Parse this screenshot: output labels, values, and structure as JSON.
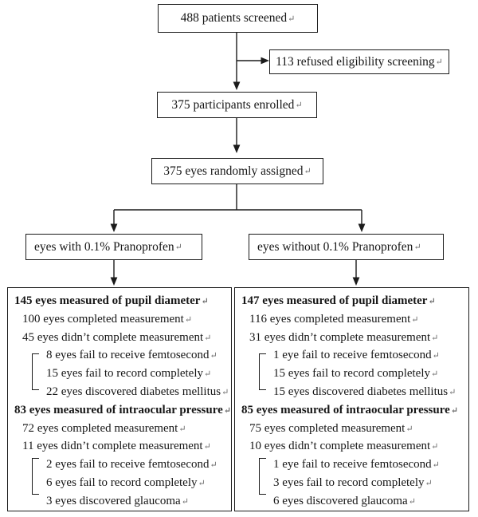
{
  "marks": {
    "return": "↵"
  },
  "flow": {
    "screened": "488 patients screened",
    "refused": "113 refused eligibility screening",
    "enrolled": "375 participants enrolled",
    "randomized": "375 eyes randomly assigned"
  },
  "arms": {
    "left": {
      "label": "eyes with 0.1% Pranoprofen"
    },
    "right": {
      "label": "eyes without 0.1% Pranoprofen"
    }
  },
  "outcomes": {
    "left": {
      "sections": [
        {
          "header": "145 eyes measured of pupil diameter",
          "completed": "100 eyes completed measurement",
          "not_completed": "45 eyes didn’t complete measurement",
          "reasons": [
            "8 eyes fail to receive femtosecond",
            "15 eyes fail to record completely",
            "22 eyes discovered diabetes mellitus"
          ]
        },
        {
          "header": "83 eyes measured of intraocular pressure",
          "completed": "72 eyes completed measurement",
          "not_completed": "11 eyes didn’t complete measurement",
          "reasons": [
            "2 eyes fail to receive femtosecond",
            "6 eyes fail to record completely",
            "3 eyes discovered glaucoma"
          ]
        }
      ]
    },
    "right": {
      "sections": [
        {
          "header": "147 eyes measured of pupil diameter",
          "completed": "116 eyes completed measurement",
          "not_completed": "31 eyes didn’t complete measurement",
          "reasons": [
            "1 eye fail to receive femtosecond",
            "15 eyes fail to record completely",
            "15 eyes discovered diabetes mellitus"
          ]
        },
        {
          "header": "85 eyes measured of intraocular pressure",
          "completed": "75 eyes completed measurement",
          "not_completed": "10 eyes didn’t complete measurement",
          "reasons": [
            "1 eye fail to receive femtosecond",
            "3 eyes fail to record completely",
            "6 eyes discovered glaucoma"
          ]
        }
      ]
    }
  }
}
